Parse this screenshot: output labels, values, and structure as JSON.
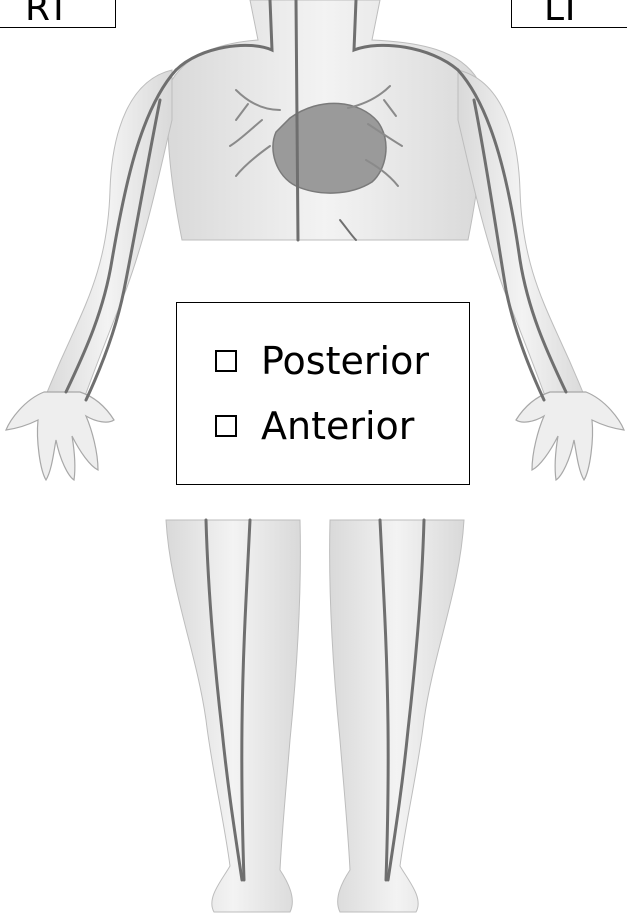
{
  "figure": {
    "subject": "anterior view of the human body showing the venous system",
    "vein_color": "#6f6f6f",
    "body_color": "#ececec"
  },
  "labels": {
    "right": "RT",
    "left": "LT"
  },
  "view_options": [
    {
      "label": "Posterior",
      "checked": false
    },
    {
      "label": "Anterior",
      "checked": false
    }
  ]
}
